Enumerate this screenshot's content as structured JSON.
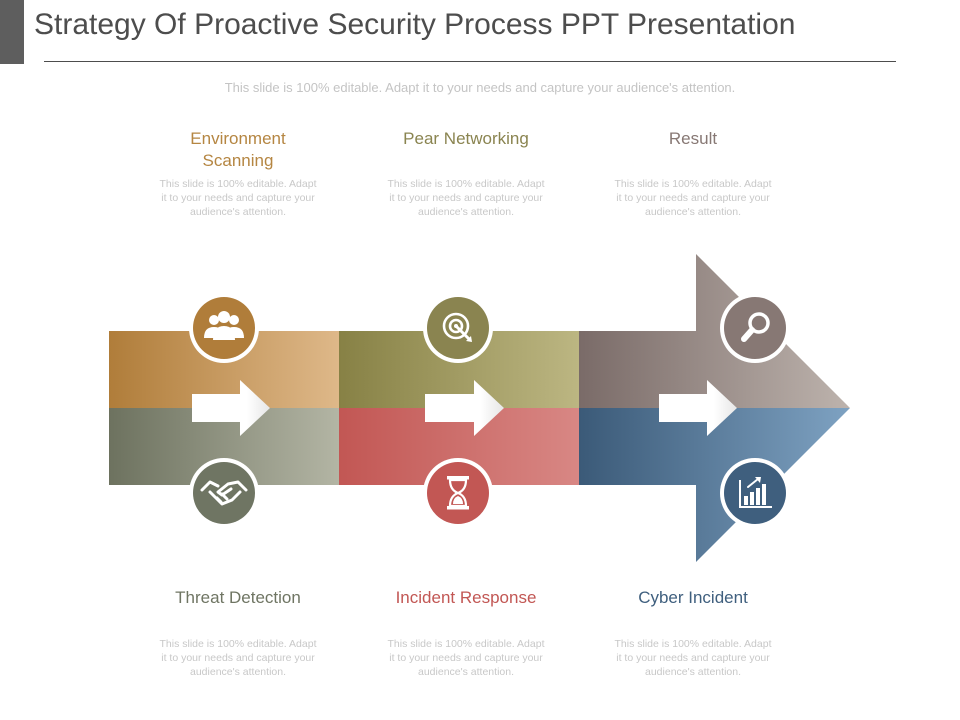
{
  "title": "Strategy Of Proactive Security Process PPT Presentation",
  "subtitle": "This slide is 100% editable. Adapt it to your needs and capture your audience's attention.",
  "colors": {
    "environment": "#b07d3a",
    "pear": "#8a8450",
    "result": "#877874",
    "threat": "#6f7563",
    "incident": "#c25754",
    "cyber": "#3f5f7e"
  },
  "steps_top": [
    {
      "label": "Environment\nScanning",
      "desc": "This slide is 100% editable. Adapt it to your needs and capture your audience's attention.",
      "icon": "people-icon"
    },
    {
      "label": "Pear Networking",
      "desc": "This slide is 100% editable. Adapt it to your needs and capture your audience's attention.",
      "icon": "target-icon"
    },
    {
      "label": "Result",
      "desc": "This slide is 100% editable. Adapt it to your needs and capture your audience's attention.",
      "icon": "magnifier-icon"
    }
  ],
  "steps_bottom": [
    {
      "label": "Threat Detection",
      "desc": "This slide is 100% editable. Adapt it to your needs and capture your audience's attention.",
      "icon": "handshake-icon"
    },
    {
      "label": "Incident Response",
      "desc": "This slide is 100% editable. Adapt it to your needs and capture your audience's attention.",
      "icon": "hourglass-icon"
    },
    {
      "label": "Cyber Incident",
      "desc": "This slide is 100% editable. Adapt it to your needs and capture your audience's attention.",
      "icon": "growth-chart-icon"
    }
  ]
}
